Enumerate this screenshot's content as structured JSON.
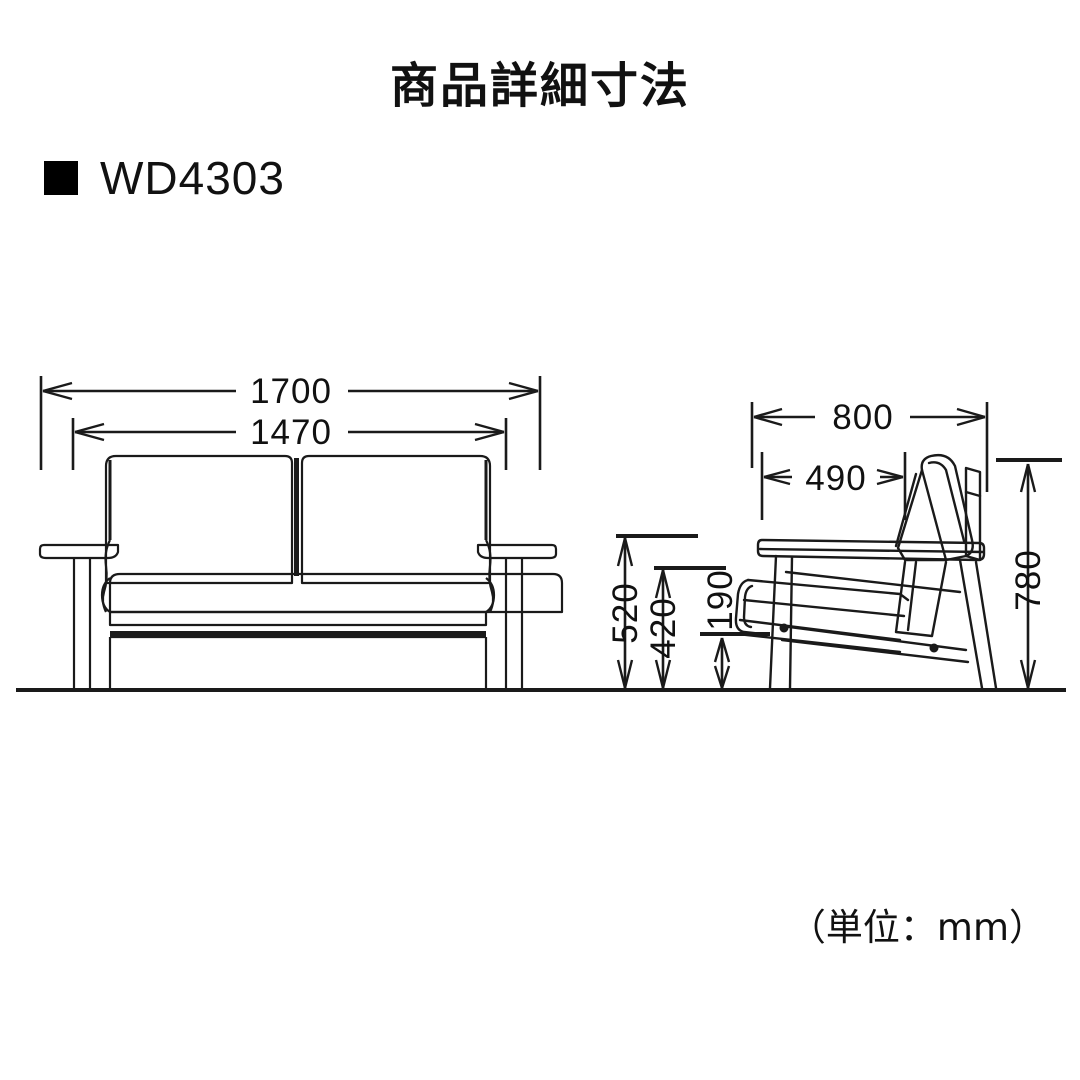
{
  "header": {
    "title": "商品詳細寸法",
    "model_bullet": "filled-square",
    "model_code": "WD4303"
  },
  "footer": {
    "unit_note": "（単位：mm）"
  },
  "colors": {
    "ink": "#111111",
    "background": "#ffffff",
    "line": "#1a1a1a"
  },
  "views": [
    {
      "id": "front-view",
      "name": "sofa-front-elevation",
      "description": "Two-seat wooden frame sofa, front elevation"
    },
    {
      "id": "side-view",
      "name": "sofa-side-elevation",
      "description": "Wooden frame sofa, side elevation"
    }
  ],
  "dimensions": {
    "front": [
      {
        "name": "overall-width",
        "value": "1700",
        "unit": "mm",
        "orientation": "horizontal"
      },
      {
        "name": "inner-width",
        "value": "1470",
        "unit": "mm",
        "orientation": "horizontal"
      }
    ],
    "side": [
      {
        "name": "overall-depth",
        "value": "800",
        "unit": "mm",
        "orientation": "horizontal"
      },
      {
        "name": "seat-depth",
        "value": "490",
        "unit": "mm",
        "orientation": "horizontal"
      },
      {
        "name": "overall-height",
        "value": "780",
        "unit": "mm",
        "orientation": "vertical"
      }
    ],
    "heights": [
      {
        "name": "back-height",
        "value": "520",
        "unit": "mm",
        "orientation": "vertical"
      },
      {
        "name": "arm-height",
        "value": "420",
        "unit": "mm",
        "orientation": "vertical"
      },
      {
        "name": "seat-height",
        "value": "190",
        "unit": "mm",
        "orientation": "vertical"
      }
    ]
  }
}
